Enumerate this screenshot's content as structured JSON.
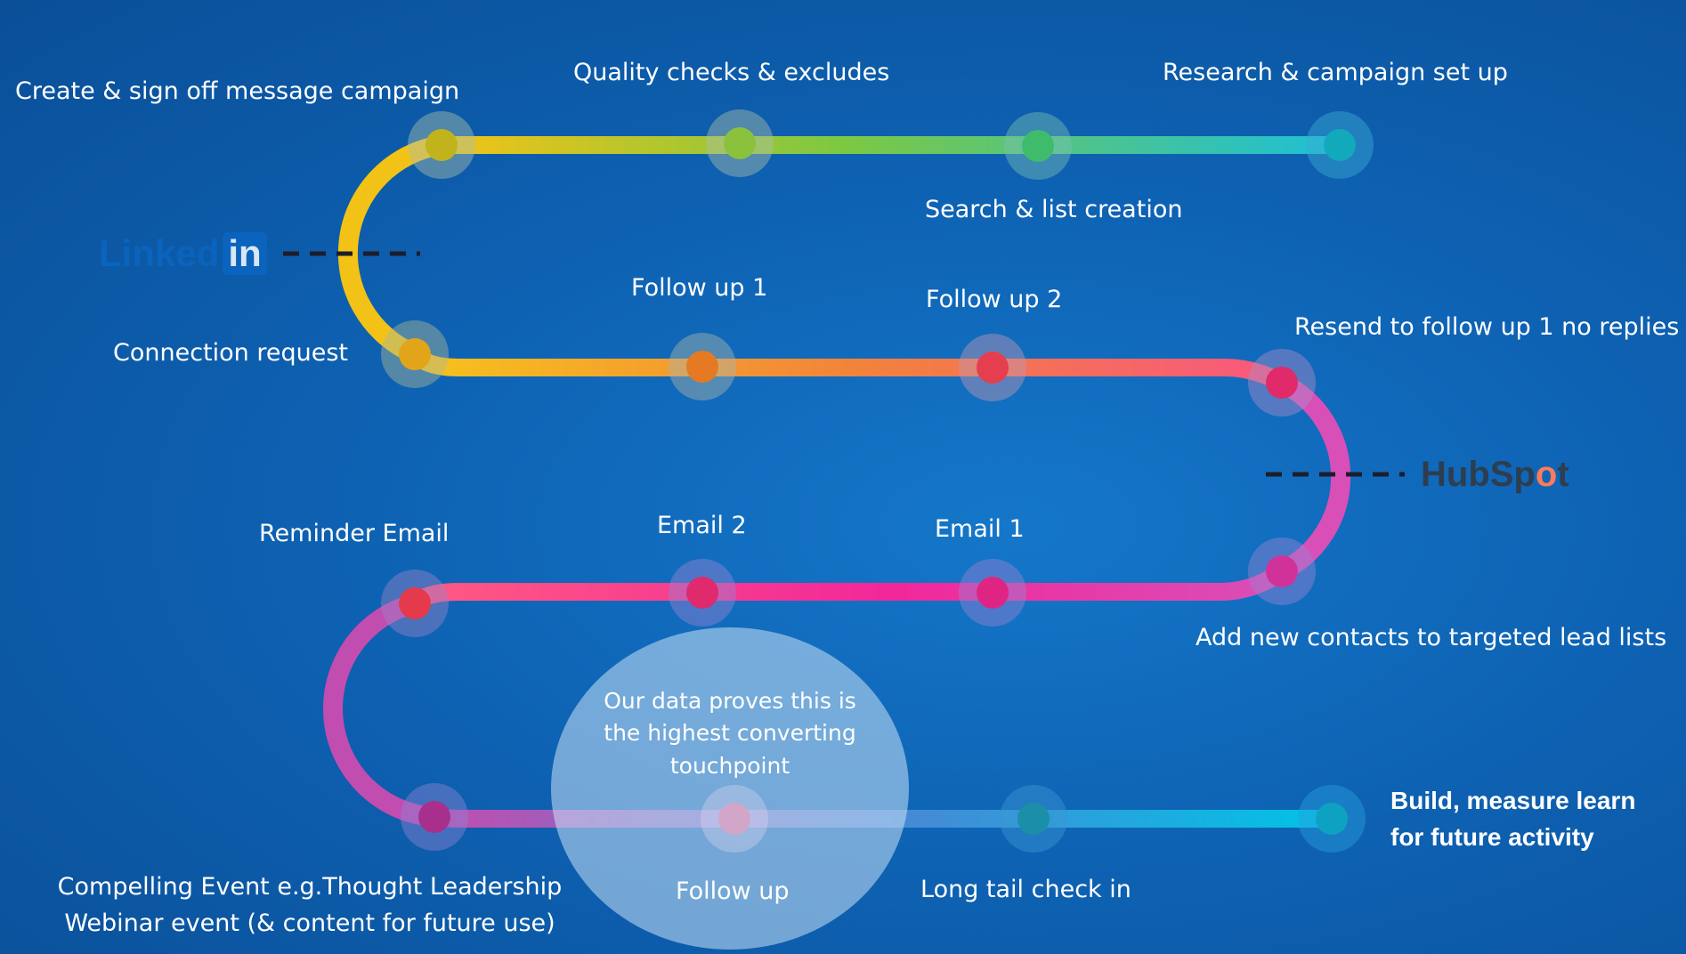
{
  "colors": {
    "background": "#0e62b3",
    "stage1": [
      "#f2c316",
      "#7cc843",
      "#1cc0d8"
    ],
    "stage2": [
      "#f7c31c",
      "#f2843a",
      "#f8577f"
    ],
    "stage3": [
      "#ff5a82",
      "#f2279a",
      "#d94fb8"
    ],
    "stage4": [
      "#c24db0",
      "#4a86d4",
      "#00c4e6"
    ]
  },
  "logos": {
    "linkedin": {
      "word": "Linked",
      "box": "in"
    },
    "hubspot": {
      "prefix": "HubSp",
      "sprocket": "o",
      "suffix": "t"
    }
  },
  "stages": [
    {
      "name": "stage-1",
      "steps": [
        {
          "label": "Create & sign off message campaign",
          "dot": "#c0b31c"
        },
        {
          "label": "Quality checks & excludes",
          "dot": "#8ac23e"
        },
        {
          "label": "Search & list creation",
          "dot": "#3fbb6c"
        },
        {
          "label": "Research & campaign set up",
          "dot": "#13a9bd"
        }
      ]
    },
    {
      "name": "stage-2",
      "steps": [
        {
          "label": "Connection request",
          "dot": "#e2a51a"
        },
        {
          "label": "Follow up 1",
          "dot": "#e57a22"
        },
        {
          "label": "Follow up 2",
          "dot": "#e53e4e"
        },
        {
          "label": "Resend to follow up 1 no replies",
          "dot": "#e02a6a"
        }
      ]
    },
    {
      "name": "stage-3",
      "steps": [
        {
          "label": "Add new contacts to targeted lead lists",
          "dot": "#d1329a"
        },
        {
          "label": "Email 1",
          "dot": "#df2584"
        },
        {
          "label": "Email 2",
          "dot": "#df2a6e"
        },
        {
          "label": "Reminder Email",
          "dot": "#e43a4c"
        }
      ]
    },
    {
      "name": "stage-4",
      "steps": [
        {
          "label": "Compelling Event e.g.Thought Leadership\nWebinar event (& content for future use)",
          "dot": "#a8308c"
        },
        {
          "label": "Follow up",
          "dot": "#d2a6c8"
        },
        {
          "label": "Long tail check in",
          "dot": "#1b8fa8"
        },
        {
          "label": "Build, measure learn\nfor future activity",
          "dot": "#0ea2c2"
        }
      ]
    }
  ],
  "highlight": {
    "text": "Our data proves this is\nthe highest converting\ntouchpoint"
  }
}
